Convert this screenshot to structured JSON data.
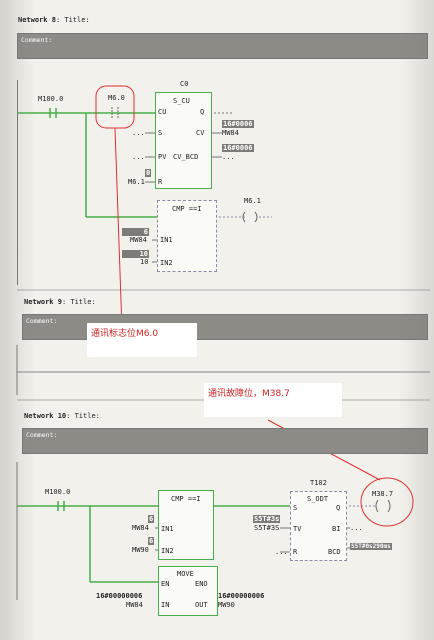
{
  "networks": {
    "n8": {
      "label": "Network 8",
      "title_label": ": Title:",
      "comment_label": "Comment:",
      "c0": "C0",
      "m100_0": "M100.0",
      "m6_0": "M6.0",
      "s_cu": "S_CU",
      "cu": "CU",
      "q": "Q",
      "s": "S",
      "cv": "CV",
      "pv": "PV",
      "cv_bcd": "CV_BCD",
      "r": "R",
      "cv_val": "16#0006",
      "mw84": "MW84",
      "cvbcd_val": "16#0006",
      "r_val": "0",
      "m6_1_in": "M6.1",
      "m6_1_out": "M6.1",
      "cmp_title": "CMP ==I",
      "cmp_in1_val": "6",
      "cmp_in1_addr": "MW84",
      "in1": "IN1",
      "cmp_in2_val": "10",
      "cmp_in2_const": "10",
      "in2": "IN2",
      "dots": "..."
    },
    "n9": {
      "label": "Network 9",
      "title_label": ": Title:",
      "comment_label": "Comment:"
    },
    "n10": {
      "label": "Network 10",
      "title_label": ": Title:",
      "comment_label": "Comment:",
      "m100_0": "M100.0",
      "cmp_title": "CMP ==I",
      "in1_val": "6",
      "in1_addr": "MW84",
      "in1": "IN1",
      "in2_val": "6",
      "in2_addr": "MW90",
      "in2": "IN2",
      "t102": "T102",
      "s_odt": "S_ODT",
      "s": "S",
      "q": "Q",
      "tv": "TV",
      "bi": "BI",
      "r": "R",
      "bcd": "BCD",
      "s5t_hl": "S5T#3s",
      "s5t_tv": "S5T#3S",
      "s5t_bcd": "S5T#0s290ms",
      "m38_7": "M38.7",
      "move_title": "MOVE",
      "en": "EN",
      "eno": "ENO",
      "in": "IN",
      "out": "OUT",
      "move_in_val": "16#00000006",
      "move_in_addr": "MW84",
      "move_out_val": "16#00000006",
      "move_out_addr": "MW90",
      "dots": "..."
    }
  },
  "annotations": {
    "comm_flag": "通讯标志位M6.0",
    "comm_fault": "通讯故障位，M38.7"
  },
  "colors": {
    "energized": "#46b04a",
    "highlight": "#e03030",
    "comment_bar": "#8d8b86"
  }
}
